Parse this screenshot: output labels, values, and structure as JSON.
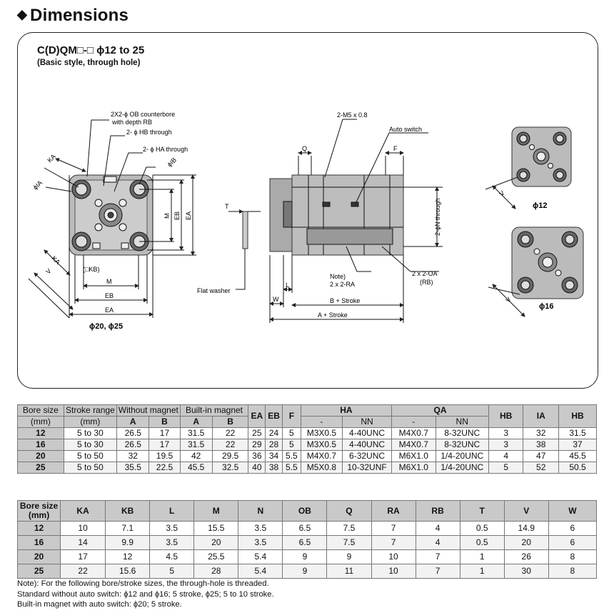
{
  "title": "Dimensions",
  "model": "C(D)QM□-□  ϕ12 to 25",
  "model_sub": "(Basic style, through hole)",
  "drawing_labels": {
    "ob": "2X2-ϕ OB  counterbore",
    "rb": "with depth RB",
    "hb": "2- ϕ HB through",
    "ha": "2- ϕ HA through",
    "ib": "ϕIB",
    "ia": "ϕIA",
    "ka": "KA",
    "m": "M",
    "eb": "EB",
    "ea": "EA",
    "v": "V",
    "kb": "(□KB)",
    "bore_front": "ϕ20, ϕ25",
    "m5": "2-M5 x 0.8",
    "auto_switch": "Auto switch",
    "q": "Q",
    "f": "F",
    "t": "T",
    "n_through": "2-ϕN through",
    "oa": "2 x 2-OA",
    "oa_rb": "(RB)",
    "note": "Note)",
    "ra": "2 x 2-RA",
    "flat_washer": "Flat washer",
    "w": "W",
    "l": "L",
    "b_stroke": "B + Stroke",
    "a_stroke": "A + Stroke",
    "bore12": "ϕ12",
    "bore16": "ϕ16"
  },
  "table1": {
    "head_top": [
      "Bore size",
      "Stroke range",
      "Without magnet",
      "Built-in magnet",
      "EA",
      "EB",
      "F",
      "HA",
      "QA",
      "HB",
      "IA",
      "HB"
    ],
    "head_bottom": [
      "(mm)",
      "(mm)",
      "A",
      "B",
      "A",
      "B",
      "-",
      "NN",
      "-",
      "NN"
    ],
    "rows": [
      [
        "12",
        "5 to 30",
        "26.5",
        "17",
        "31.5",
        "22",
        "25",
        "24",
        "5",
        "M3X0.5",
        "4-40UNC",
        "M4X0.7",
        "8-32UNC",
        "3",
        "32",
        "31.5"
      ],
      [
        "16",
        "5 to 30",
        "26.5",
        "17",
        "31.5",
        "22",
        "29",
        "28",
        "5",
        "M3X0.5",
        "4-40UNC",
        "M4X0.7",
        "8-32UNC",
        "3",
        "38",
        "37"
      ],
      [
        "20",
        "5 to 50",
        "32",
        "19.5",
        "42",
        "29.5",
        "36",
        "34",
        "5.5",
        "M4X0.7",
        "6-32UNC",
        "M6X1.0",
        "1/4-20UNC",
        "4",
        "47",
        "45.5"
      ],
      [
        "25",
        "5 to 50",
        "35.5",
        "22.5",
        "45.5",
        "32.5",
        "40",
        "38",
        "5.5",
        "M5X0.8",
        "10-32UNF",
        "M6X1.0",
        "1/4-20UNC",
        "5",
        "52",
        "50.5"
      ]
    ]
  },
  "table2": {
    "head": [
      "Bore size\n(mm)",
      "KA",
      "KB",
      "L",
      "M",
      "N",
      "OB",
      "Q",
      "RA",
      "RB",
      "T",
      "V",
      "W"
    ],
    "rows": [
      [
        "12",
        "10",
        "7.1",
        "3.5",
        "15.5",
        "3.5",
        "6.5",
        "7.5",
        "7",
        "4",
        "0.5",
        "14.9",
        "6"
      ],
      [
        "16",
        "14",
        "9.9",
        "3.5",
        "20",
        "3.5",
        "6.5",
        "7.5",
        "7",
        "4",
        "0.5",
        "20",
        "6"
      ],
      [
        "20",
        "17",
        "12",
        "4.5",
        "25.5",
        "5.4",
        "9",
        "9",
        "10",
        "7",
        "1",
        "26",
        "8"
      ],
      [
        "25",
        "22",
        "15.6",
        "5",
        "28",
        "5.4",
        "9",
        "11",
        "10",
        "7",
        "1",
        "30",
        "8"
      ]
    ]
  },
  "notes": [
    "Note): For the following bore/stroke sizes, the through-hole is threaded.",
    "Standard without auto switch: ϕ12 and ϕ16; 5 stroke, ϕ25; 5 to 10 stroke.",
    "Built-in magnet with auto switch: ϕ20; 5 stroke."
  ]
}
